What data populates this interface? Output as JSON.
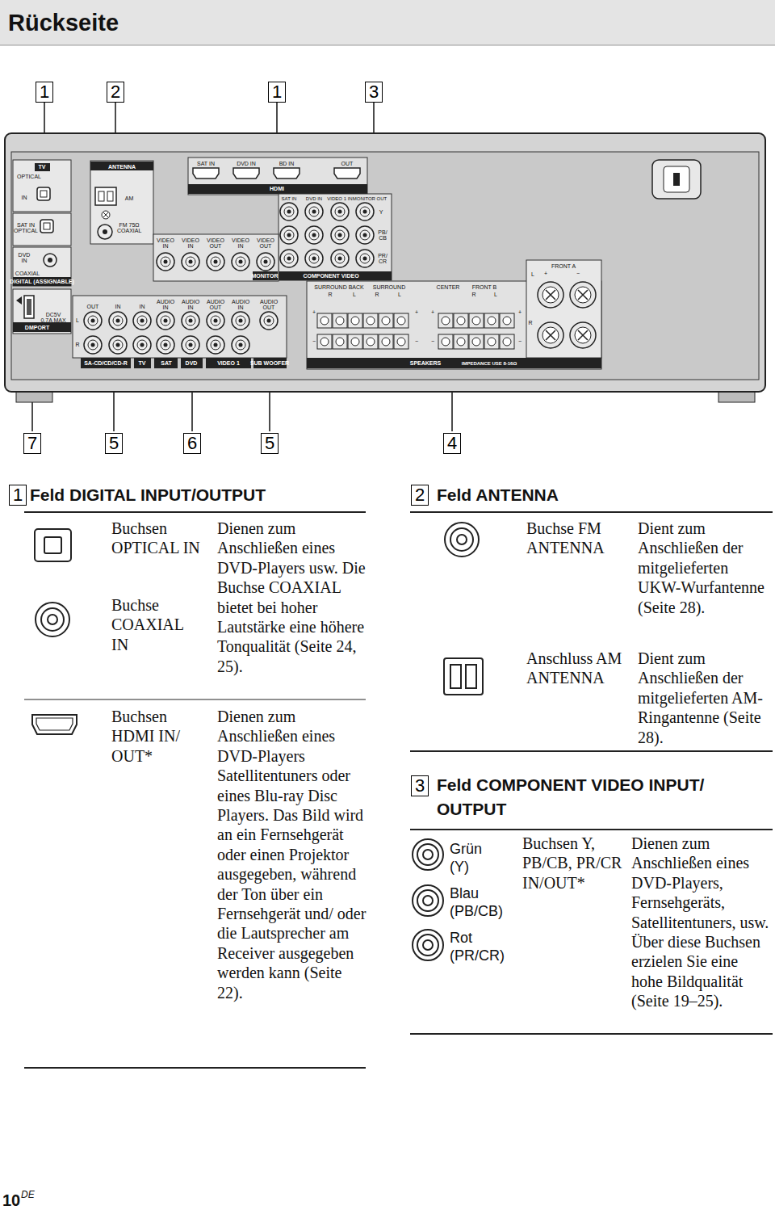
{
  "diagram": {
    "title": "Rückseite",
    "labels": [
      "1",
      "2",
      "1",
      "3",
      "TV",
      "OPTICAL",
      "IN",
      "SAT IN OPTICAL",
      "DVD IN",
      "COAXIAL",
      "DIGITAL (ASSIGNABLE)",
      "DC5V 0.7A MAX",
      "DMPORT",
      "ANTENNA",
      "AM",
      "FM 75Ω COAXIAL",
      "SAT IN",
      "DVD IN",
      "BD IN",
      "OUT",
      "HDMI",
      "SAT IN",
      "DVD IN",
      "VIDEO 1 IN",
      "MONITOR OUT",
      "Y",
      "PB/ CB",
      "PR/ CR",
      "COMPONENT VIDEO",
      "VIDEO IN",
      "VIDEO IN",
      "VIDEO OUT",
      "VIDEO IN",
      "VIDEO OUT",
      "MONITOR",
      "OUT",
      "IN",
      "IN",
      "AUDIO IN",
      "AUDIO IN",
      "AUDIO OUT",
      "AUDIO IN",
      "AUDIO OUT",
      "L",
      "R",
      "SA-CD/CD/CD-R",
      "TV",
      "SAT",
      "DVD",
      "VIDEO 1",
      "SUB WOOFER",
      "SURROUND BACK",
      "R",
      "L",
      "SURROUND",
      "R",
      "L",
      "CENTER",
      "FRONT B",
      "R",
      "L",
      "FRONT A",
      "L",
      "+",
      "−",
      "R",
      "+",
      "+",
      "+",
      "+",
      "−",
      "−",
      "−",
      "−",
      "SPEAKERS",
      "IMPEDANCE USE 8-16Ω",
      "7",
      "5",
      "6",
      "5",
      "4",
      "1",
      "Feld DIGITAL INPUT/OUTPUT",
      "Buchsen OPTICAL IN",
      "Buchse COAXIAL IN",
      "Dienen zum Anschließen eines DVD-Players usw. Die Buchse COAXIAL bietet bei hoher Lautstärke eine höhere Tonqualität (Seite 24, 25).",
      "Buchsen HDMI IN/ OUT*",
      "Dienen zum Anschließen eines DVD-Players Satellitentuners oder eines Blu-ray Disc Players. Das Bild wird an ein Fernsehgerät oder einen Projektor ausgegeben, während der Ton über ein Fernsehgerät und/ oder die Lautsprecher am Receiver ausgegeben werden kann (Seite 22).",
      "2",
      "Feld ANTENNA",
      "Buchse FM ANTENNA",
      "Dient zum Anschließen der mitgelieferten UKW-Wurfantenne (Seite 28).",
      "Anschluss AM ANTENNA",
      "Dient zum Anschließen der mitgelieferten AM-Ringantenne (Seite 28).",
      "3",
      "Feld COMPONENT VIDEO INPUT/ OUTPUT",
      "Grün (Y)",
      "Blau (PB/CB)",
      "Rot (PR/CR)",
      "Buchsen Y, PB/CB, PR/CR IN/OUT*",
      "Dienen zum Anschließen eines DVD-Players, Fernsehgeräts, Satellitentuners, usw. Über diese Buchsen erzielen Sie eine hohe Bildqualität (Seite 19–25).",
      "10",
      "DE"
    ]
  }
}
